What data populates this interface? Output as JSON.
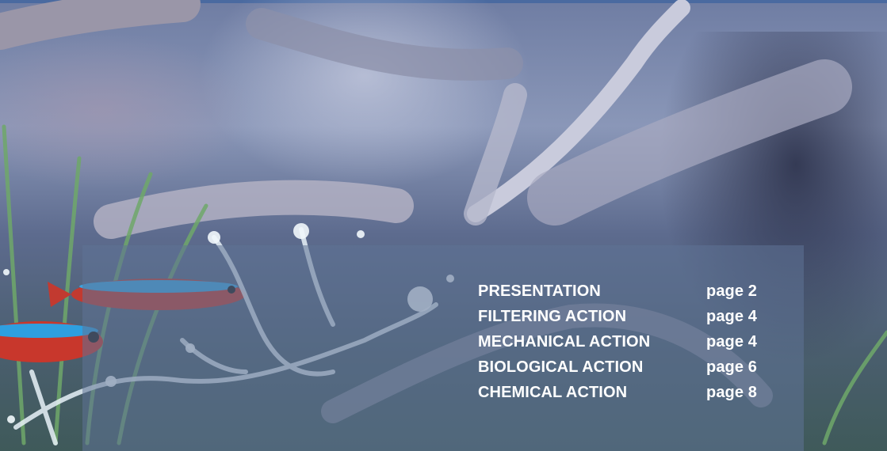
{
  "toc": {
    "items": [
      {
        "label": "PRESENTATION",
        "page": "page 2"
      },
      {
        "label": "FILTERING ACTION",
        "page": "page 4"
      },
      {
        "label": "MECHANICAL ACTION",
        "page": "page 4"
      },
      {
        "label": "BIOLOGICAL ACTION",
        "page": "page 6"
      },
      {
        "label": "CHEMICAL ACTION",
        "page": "page 8"
      }
    ]
  },
  "colors": {
    "accent_rule": "#4a6aa0",
    "panel": "#5f7396",
    "text": "#ffffff",
    "fish_red": "#d23a2e",
    "fish_blue": "#2a8fd0"
  }
}
